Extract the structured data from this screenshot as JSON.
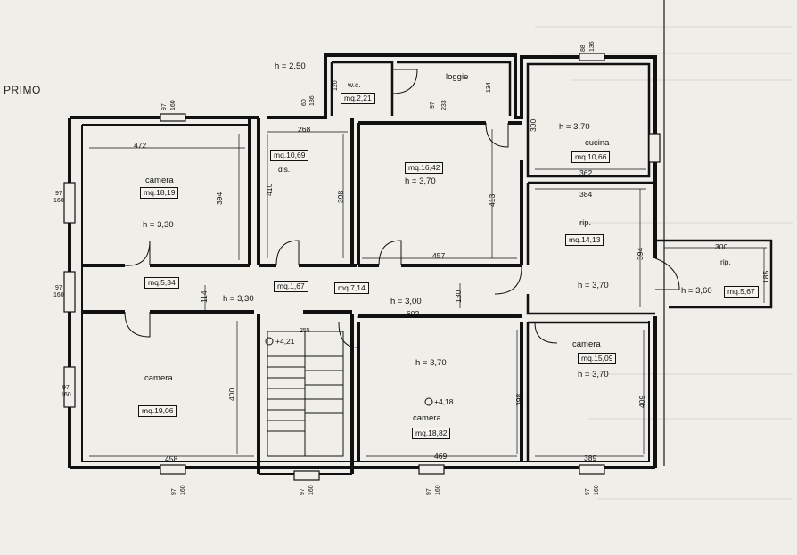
{
  "floor_label": "PRIMO",
  "rooms": {
    "camera_nw": {
      "name": "camera",
      "area": "mq.18,19",
      "height": "h = 3,30",
      "width_dim": "472",
      "depth_dim": "394"
    },
    "dis": {
      "name": "dis.",
      "area": "mq.10,69",
      "width_dim": "268",
      "depth_dim": "410"
    },
    "central_n": {
      "area": "mq.16,42",
      "height": "h = 3,70",
      "width_dim": "457",
      "depth_dim": "413",
      "side_dim": "398"
    },
    "wc": {
      "name": "w.c.",
      "area": "mq.2,21",
      "dims": [
        "120",
        "97",
        "233"
      ]
    },
    "loggia": {
      "name": "loggie",
      "height": "h = 2,50",
      "dim": "134"
    },
    "cucina": {
      "name": "cucina",
      "area": "mq.10,66",
      "height": "h = 3,70",
      "width_dim": "362",
      "depth_dim": "300",
      "window_dims": [
        "88",
        "136"
      ]
    },
    "rip_e": {
      "name": "rip.",
      "area": "mq.14,13",
      "height": "h = 3,70",
      "width_dim": "384",
      "depth_dim": "394"
    },
    "rip_balcony": {
      "name": "rip.",
      "area": "mq.5,67",
      "height": "h = 3,60",
      "width_dim": "300",
      "depth_dim": "185"
    },
    "corridor": {
      "areas": [
        "mq.5,34",
        "mq.1,67",
        "mq.7,14"
      ],
      "height_w": "h = 3,30",
      "height_e": "h = 3,00",
      "dims": [
        "114",
        "130",
        "602"
      ]
    },
    "camera_sw": {
      "name": "camera",
      "area": "mq.19,06",
      "width_dim": "458",
      "depth_dim": "400"
    },
    "stairs": {
      "level": "+4,21",
      "dim": "255"
    },
    "camera_s": {
      "name": "camera",
      "area": "mq.18,82",
      "height": "h = 3,70",
      "level": "+4,18",
      "width_dim": "469",
      "depth_dim": "398"
    },
    "camera_se": {
      "name": "camera",
      "area": "mq.15,09",
      "height": "h = 3,70",
      "width_dim": "389",
      "depth_dim": "409"
    }
  },
  "windows": {
    "west": [
      {
        "w": "97",
        "h": "160"
      },
      {
        "w": "97",
        "h": "160"
      },
      {
        "w": "97",
        "h": "160"
      }
    ],
    "north": [
      {
        "w": "97",
        "h": "160"
      },
      {
        "w": "60",
        "h": "136"
      }
    ],
    "south": [
      {
        "w": "97",
        "h": "160"
      },
      {
        "w": "97",
        "h": "160"
      },
      {
        "w": "97",
        "h": "160"
      },
      {
        "w": "97",
        "h": "160"
      }
    ]
  }
}
